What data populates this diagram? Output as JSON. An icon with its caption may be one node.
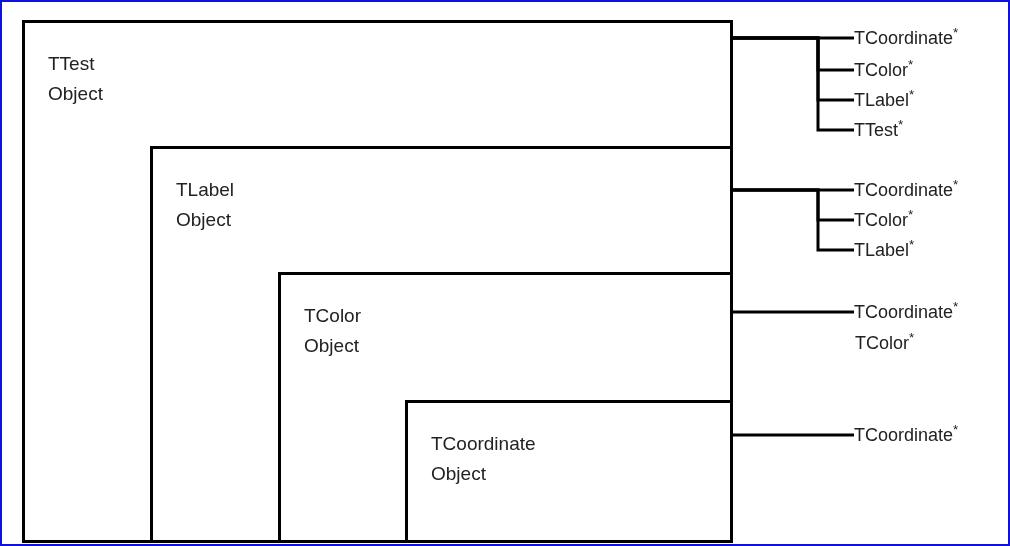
{
  "diagram": {
    "nodes": [
      {
        "text": [
          "TTest Object"
        ]
      },
      {
        "text": [
          "TLabel Object"
        ],
        "in": 0
      },
      {
        "text": [
          "TColor Object"
        ],
        "in": 1
      },
      {
        "text": [
          "TCoordinate Object"
        ],
        "in": 2
      },
      {
        "text": [
          "TCoordinate$^{*}$"
        ]
      },
      {
        "text": [
          "TColor$^{*}$"
        ]
      },
      {
        "text": [
          "TLabel$^{*}$"
        ]
      },
      {
        "text": [
          "TTest$^{*}$"
        ]
      },
      {
        "text": [
          "TCoordinate$^{*}$"
        ]
      },
      {
        "text": [
          "TColor$^{*}$"
        ]
      },
      {
        "text": [
          "TLabel$^{*}$"
        ]
      },
      {
        "text": [
          "TCoordinate$^{*}$"
        ]
      },
      {
        "text": [
          "TCoordinate$^{*}$"
        ]
      }
    ],
    "edges": [
      {
        "from": 0,
        "to": 4,
        "arrow": "none"
      },
      {
        "from": 0,
        "to": 5,
        "arrow": "none"
      },
      {
        "from": 0,
        "to": 6,
        "arrow": "none"
      },
      {
        "from": 0,
        "to": 7,
        "arrow": "none"
      },
      {
        "from": 1,
        "to": 8,
        "arrow": "none"
      },
      {
        "from": 1,
        "to": 9,
        "arrow": "none"
      },
      {
        "from": 1,
        "to": 10,
        "arrow": "none"
      },
      {
        "from": 2,
        "to": 11,
        "arrow": "none"
      },
      {
        "from": 3,
        "to": 12,
        "arrow": "none"
      }
    ],
    "labels": [
      "TColor$^{*}$"
    ]
  }
}
